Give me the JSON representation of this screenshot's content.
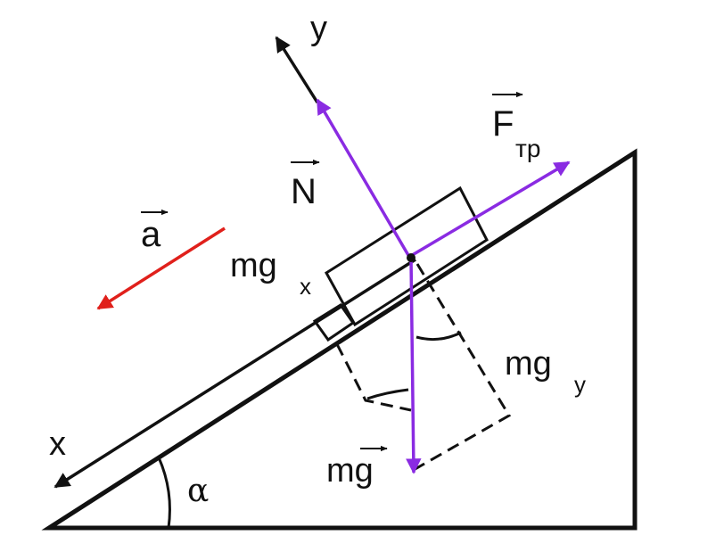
{
  "labels": {
    "y_axis": "y",
    "x_axis": "x",
    "normal": "N",
    "friction_main": "F",
    "friction_sub": "тр",
    "accel": "a",
    "mgx_main": "mg",
    "mgx_sub": "x",
    "mgy_main": "mg",
    "mgy_sub": "y",
    "gravity": "mg",
    "angle": "α"
  },
  "colors": {
    "line": "#111111",
    "force": "#8a2be2",
    "accel": "#e0201b"
  }
}
